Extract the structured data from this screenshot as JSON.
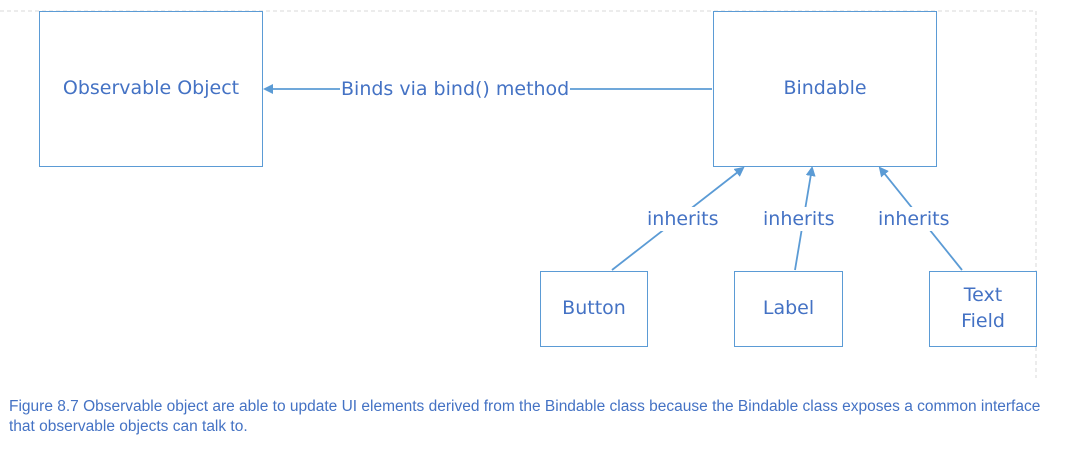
{
  "nodes": {
    "observable": "Observable Object",
    "bindable": "Bindable",
    "button": "Button",
    "label": "Label",
    "textfield": "Text\nField"
  },
  "edges": {
    "binds": "Binds via bind() method",
    "inherits_button": "inherits",
    "inherits_label": "inherits",
    "inherits_textfield": "inherits"
  },
  "caption": "Figure 8.7 Observable object are able to update UI elements derived from the Bindable class because the Bindable class exposes a common interface that observable objects can talk to.",
  "colors": {
    "stroke": "#5b9bd5",
    "text": "#4472c4",
    "frame": "#d9d9d9"
  }
}
